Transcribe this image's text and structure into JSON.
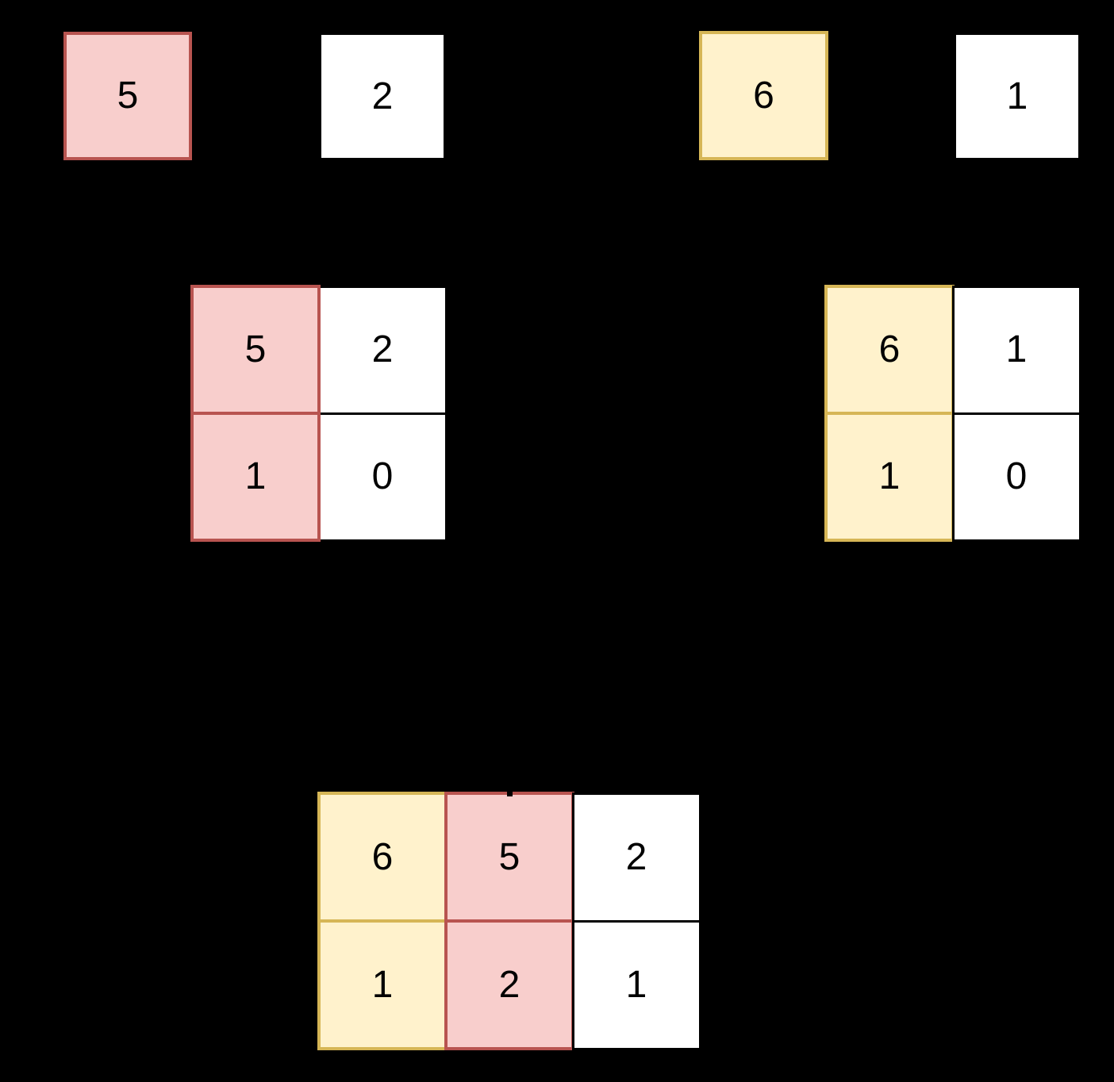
{
  "colors": {
    "background": "#000000",
    "pink_fill": "#f8cecc",
    "pink_border": "#b85450",
    "yellow_fill": "#fff2cc",
    "yellow_border": "#d6b656",
    "white_fill": "#ffffff",
    "white_border": "#000000",
    "text": "#000000"
  },
  "top_row": {
    "boxes": [
      {
        "value": "5",
        "color": "pink"
      },
      {
        "value": "2",
        "color": "white"
      },
      {
        "value": "6",
        "color": "yellow"
      },
      {
        "value": "1",
        "color": "white"
      }
    ]
  },
  "left_grid": {
    "column_colors": [
      "pink",
      "white"
    ],
    "rows": [
      [
        "5",
        "2"
      ],
      [
        "1",
        "0"
      ]
    ]
  },
  "right_grid": {
    "column_colors": [
      "yellow",
      "white"
    ],
    "rows": [
      [
        "6",
        "1"
      ],
      [
        "1",
        "0"
      ]
    ]
  },
  "merged_grid": {
    "column_colors": [
      "yellow",
      "pink",
      "white"
    ],
    "rows": [
      [
        "6",
        "5",
        "2"
      ],
      [
        "1",
        "2",
        "1"
      ]
    ]
  }
}
